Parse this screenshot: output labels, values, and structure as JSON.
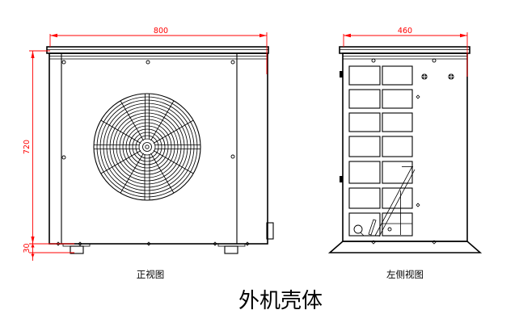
{
  "drawing": {
    "title": "外机壳体",
    "background": "#ffffff",
    "line_color": "#000000",
    "dimension_color": "#ff0000"
  },
  "views": {
    "front": {
      "label": "正视图",
      "dim_width": "800",
      "dim_height": "720",
      "dim_foot": "30"
    },
    "side": {
      "label": "左侧视图",
      "dim_width": "460"
    }
  }
}
